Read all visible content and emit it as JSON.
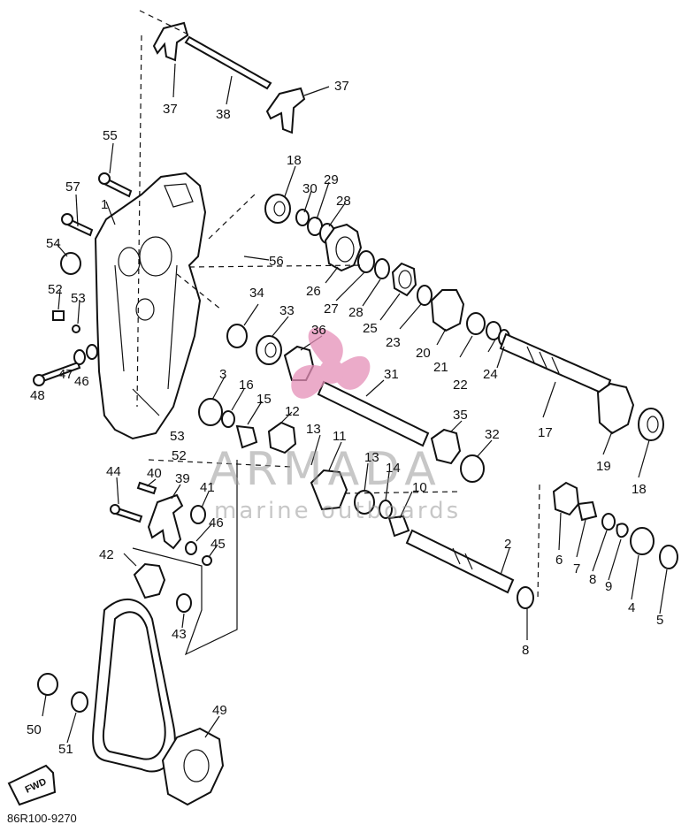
{
  "labels": [
    {
      "id": "37a",
      "text": "37"
    },
    {
      "id": "38",
      "text": "38"
    },
    {
      "id": "37b",
      "text": "37"
    },
    {
      "id": "55",
      "text": "55"
    },
    {
      "id": "57",
      "text": "57"
    },
    {
      "id": "1",
      "text": "1"
    },
    {
      "id": "54",
      "text": "54"
    },
    {
      "id": "52a",
      "text": "52"
    },
    {
      "id": "53a",
      "text": "53"
    },
    {
      "id": "46a",
      "text": "46"
    },
    {
      "id": "47",
      "text": "47"
    },
    {
      "id": "48",
      "text": "48"
    },
    {
      "id": "18a",
      "text": "18"
    },
    {
      "id": "30",
      "text": "30"
    },
    {
      "id": "29",
      "text": "29"
    },
    {
      "id": "28a",
      "text": "28"
    },
    {
      "id": "56",
      "text": "56"
    },
    {
      "id": "26",
      "text": "26"
    },
    {
      "id": "27",
      "text": "27"
    },
    {
      "id": "28b",
      "text": "28"
    },
    {
      "id": "25",
      "text": "25"
    },
    {
      "id": "23",
      "text": "23"
    },
    {
      "id": "34",
      "text": "34"
    },
    {
      "id": "33",
      "text": "33"
    },
    {
      "id": "36",
      "text": "36"
    },
    {
      "id": "20",
      "text": "20"
    },
    {
      "id": "21",
      "text": "21"
    },
    {
      "id": "22",
      "text": "22"
    },
    {
      "id": "24",
      "text": "24"
    },
    {
      "id": "3",
      "text": "3"
    },
    {
      "id": "16",
      "text": "16"
    },
    {
      "id": "15",
      "text": "15"
    },
    {
      "id": "12",
      "text": "12"
    },
    {
      "id": "31",
      "text": "31"
    },
    {
      "id": "17",
      "text": "17"
    },
    {
      "id": "35",
      "text": "35"
    },
    {
      "id": "32",
      "text": "32"
    },
    {
      "id": "19",
      "text": "19"
    },
    {
      "id": "18b",
      "text": "18"
    },
    {
      "id": "53b",
      "text": "53"
    },
    {
      "id": "52b",
      "text": "52"
    },
    {
      "id": "13a",
      "text": "13"
    },
    {
      "id": "11",
      "text": "11"
    },
    {
      "id": "13b",
      "text": "13"
    },
    {
      "id": "14",
      "text": "14"
    },
    {
      "id": "10",
      "text": "10"
    },
    {
      "id": "44",
      "text": "44"
    },
    {
      "id": "40",
      "text": "40"
    },
    {
      "id": "39",
      "text": "39"
    },
    {
      "id": "41",
      "text": "41"
    },
    {
      "id": "46b",
      "text": "46"
    },
    {
      "id": "45",
      "text": "45"
    },
    {
      "id": "42",
      "text": "42"
    },
    {
      "id": "43",
      "text": "43"
    },
    {
      "id": "2",
      "text": "2"
    },
    {
      "id": "6",
      "text": "6"
    },
    {
      "id": "7",
      "text": "7"
    },
    {
      "id": "8a",
      "text": "8"
    },
    {
      "id": "9",
      "text": "9"
    },
    {
      "id": "4",
      "text": "4"
    },
    {
      "id": "5",
      "text": "5"
    },
    {
      "id": "8b",
      "text": "8"
    },
    {
      "id": "49",
      "text": "49"
    },
    {
      "id": "50",
      "text": "50"
    },
    {
      "id": "51",
      "text": "51"
    }
  ],
  "watermark": {
    "brand": "ARMADA",
    "tagline": "marine outboards",
    "accent": "#e58fb8",
    "text_color": "#9a9a9a"
  },
  "fwd_arrow": "FWD",
  "diagram_code": "86R100-9270",
  "colors": {
    "ink": "#111111",
    "background": "#ffffff"
  }
}
